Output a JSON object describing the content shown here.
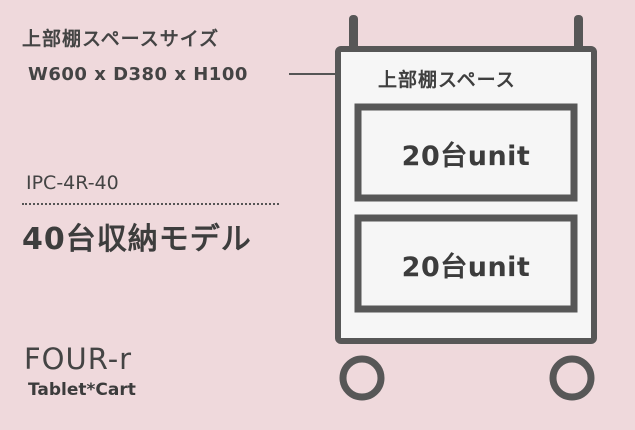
{
  "upper_shelf": {
    "title": "上部棚スペースサイズ",
    "dimensions": "W600 x D380 x H100",
    "callout_label": "上部棚スペース"
  },
  "model": {
    "code": "IPC-4R-40",
    "description": "40台収納モデル"
  },
  "compartments": [
    {
      "label": "20台unit"
    },
    {
      "label": "20台unit"
    }
  ],
  "brand": {
    "name": "FOUR-r",
    "product": "Tablet*Cart"
  },
  "colors": {
    "background": "#efd9dc",
    "frame": "#575757",
    "compartment_fill": "#f6f6f6"
  }
}
